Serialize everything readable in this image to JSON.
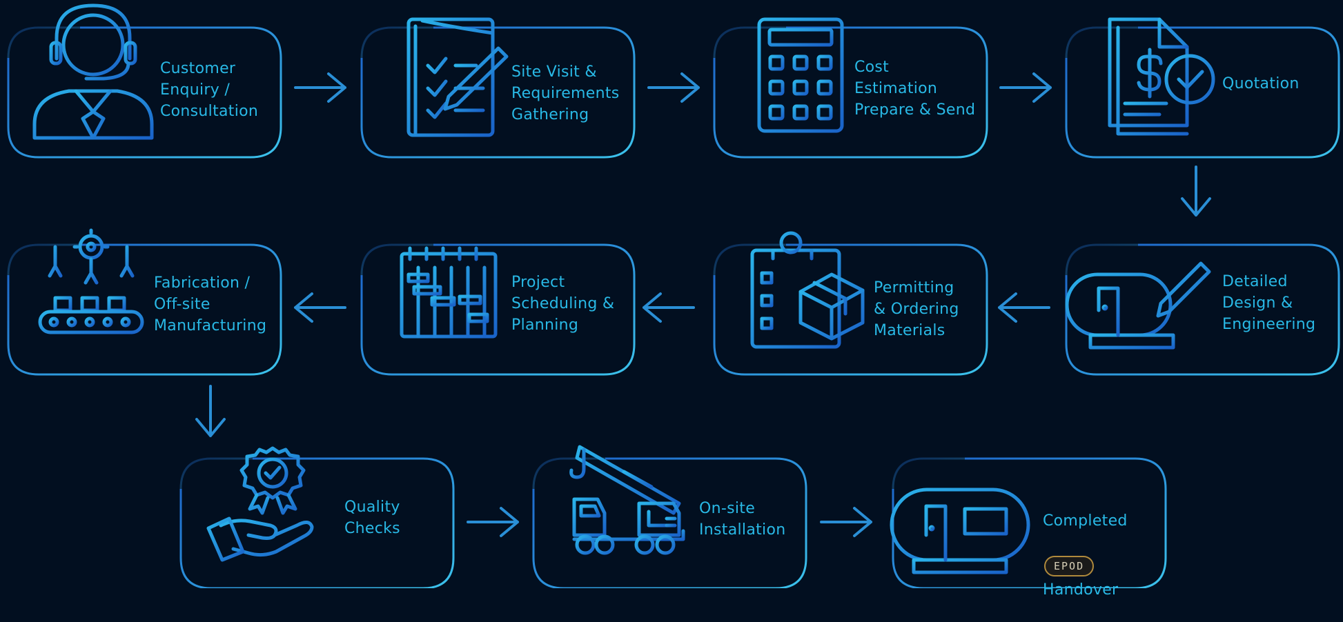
{
  "colors": {
    "background": "#020f20",
    "accent_light": "#3cc3ec",
    "accent_dark": "#1a5ec8",
    "text": "#29b9e6",
    "badge_border": "#b08a3c"
  },
  "steps": [
    {
      "label": "Customer\nEnquiry /\nConsultation",
      "icon": "customer-support-headset-icon"
    },
    {
      "label": "Site Visit &\nRequirements\nGathering",
      "icon": "checklist-clipboard-icon"
    },
    {
      "label": "Cost\nEstimation\nPrepare & Send",
      "icon": "calculator-icon"
    },
    {
      "label": "Quotation",
      "icon": "invoice-document-check-icon"
    },
    {
      "label": "Detailed\nDesign &\nEngineering",
      "icon": "pod-design-pencil-icon"
    },
    {
      "label": "Permitting\n& Ordering\nMaterials",
      "icon": "clipboard-box-icon"
    },
    {
      "label": "Project\nScheduling &\nPlanning",
      "icon": "gantt-calendar-icon"
    },
    {
      "label": "Fabrication /\nOff-site\nManufacturing",
      "icon": "conveyor-robot-arms-icon"
    },
    {
      "label": "Quality\nChecks",
      "icon": "hand-award-badge-icon"
    },
    {
      "label": "On-site\nInstallation",
      "icon": "crane-truck-icon"
    },
    {
      "label": "Completed",
      "label_after": "Handover",
      "icon": "pod-house-icon",
      "brand": "EPOD"
    }
  ]
}
